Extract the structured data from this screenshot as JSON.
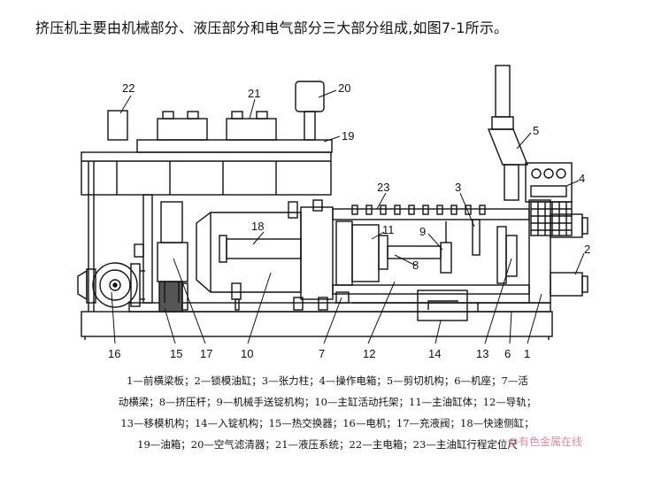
{
  "intro": "挤压机主要由机械部分、液压部分和电气部分三大部分组成,如图7-1所示。",
  "callouts": [
    "1",
    "2",
    "3",
    "4",
    "5",
    "6",
    "7",
    "8",
    "9",
    "10",
    "11",
    "12",
    "13",
    "14",
    "15",
    "16",
    "17",
    "18",
    "19",
    "20",
    "21",
    "22",
    "23"
  ],
  "caption_lines": [
    "1—前横梁板；2—锁模油缸；3—张力柱；4—操作电箱；5—剪切机构；6—机座；7—活",
    "动横梁；8—挤压杆；9—机械手送锭机构；10—主缸活动托架；11—主油缸体；12—导轨；",
    "13—移模机构；14—入锭机构；15—热交换器；16—电机；17—充液阀；18—快速侧缸；",
    "19—油箱；20—空气滤清器；21—液压系统；22—主电箱；23—主油缸行程定位尺"
  ],
  "watermark": "@有色金属在线"
}
